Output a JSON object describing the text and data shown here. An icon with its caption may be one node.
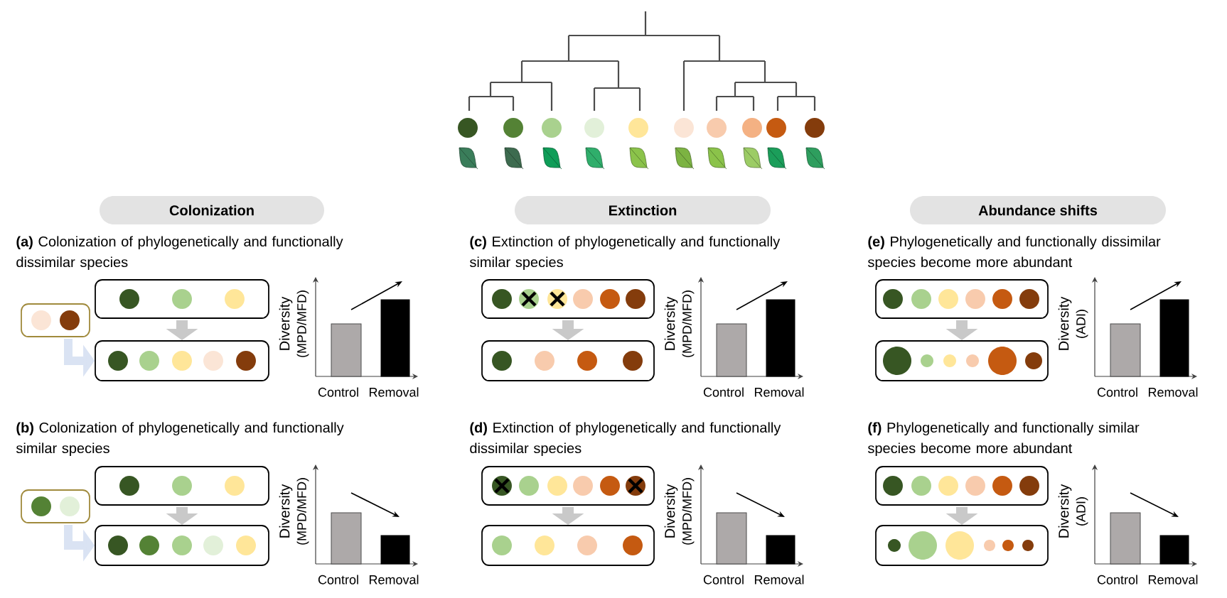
{
  "diagram": {
    "nodes": [
      {
        "text": [
          "Colonization"
        ]
      },
      {
        "text": [
          "Extinction"
        ]
      },
      {
        "text": [
          "Abundance shifts"
        ]
      },
      {
        "text": [],
        "shape": "box"
      },
      {
        "text": [],
        "shape": "box"
      },
      {
        "text": [],
        "shape": "box"
      },
      {
        "text": [],
        "shape": "box"
      },
      {
        "text": [],
        "shape": "box"
      },
      {
        "text": [],
        "shape": "box"
      },
      {
        "text": [],
        "shape": "box"
      },
      {
        "text": [],
        "shape": "box"
      },
      {
        "text": [],
        "shape": "box"
      },
      {
        "text": [],
        "shape": "box"
      },
      {
        "text": [],
        "shape": "box"
      },
      {
        "text": [],
        "shape": "box"
      },
      {
        "text": [],
        "shape": "box"
      },
      {
        "text": [],
        "shape": "box"
      }
    ],
    "edges": [
      {
        "from": 4,
        "to": 5,
        "arrow": "to"
      },
      {
        "from": 3,
        "to": 5,
        "arrow": "to",
        "color": "#dae3f3"
      },
      {
        "from": 7,
        "to": 8,
        "arrow": "to"
      },
      {
        "from": 6,
        "to": 8,
        "arrow": "to",
        "color": "#dae3f3"
      },
      {
        "from": 9,
        "to": 10,
        "arrow": "to"
      },
      {
        "from": 11,
        "to": 12,
        "arrow": "to"
      },
      {
        "from": 13,
        "to": 14,
        "arrow": "to"
      },
      {
        "from": 15,
        "to": 16,
        "arrow": "to"
      }
    ],
    "labels": [
      "**(a)** Colonization of phylogenetically and functionally dissimilar species",
      "Diversity",
      "(MPD/MFD)",
      "Control",
      "Removal",
      "**(c)** Extinction of phylogenetically and functionally similar species",
      "Diversity",
      "(MPD/MFD)",
      "Control",
      "Removal",
      "**(e)** Phylogenetically and functionally dissimilar species become more abundant",
      "Diversity",
      "(ADI)",
      "Control",
      "Removal",
      "**(b)** Colonization of phylogenetically and functionally similar species",
      "Diversity",
      "(MPD/MFD)",
      "Control",
      "Removal",
      "**(d)** Extinction of phylogenetically and functionally dissimilar species",
      "Diversity",
      "(MPD/MFD)",
      "Control",
      "Removal",
      "**(f)** Phylogenetically and functionally similar species become more abundant",
      "Diversity",
      "(ADI)",
      "Control",
      "Removal"
    ]
  }
}
